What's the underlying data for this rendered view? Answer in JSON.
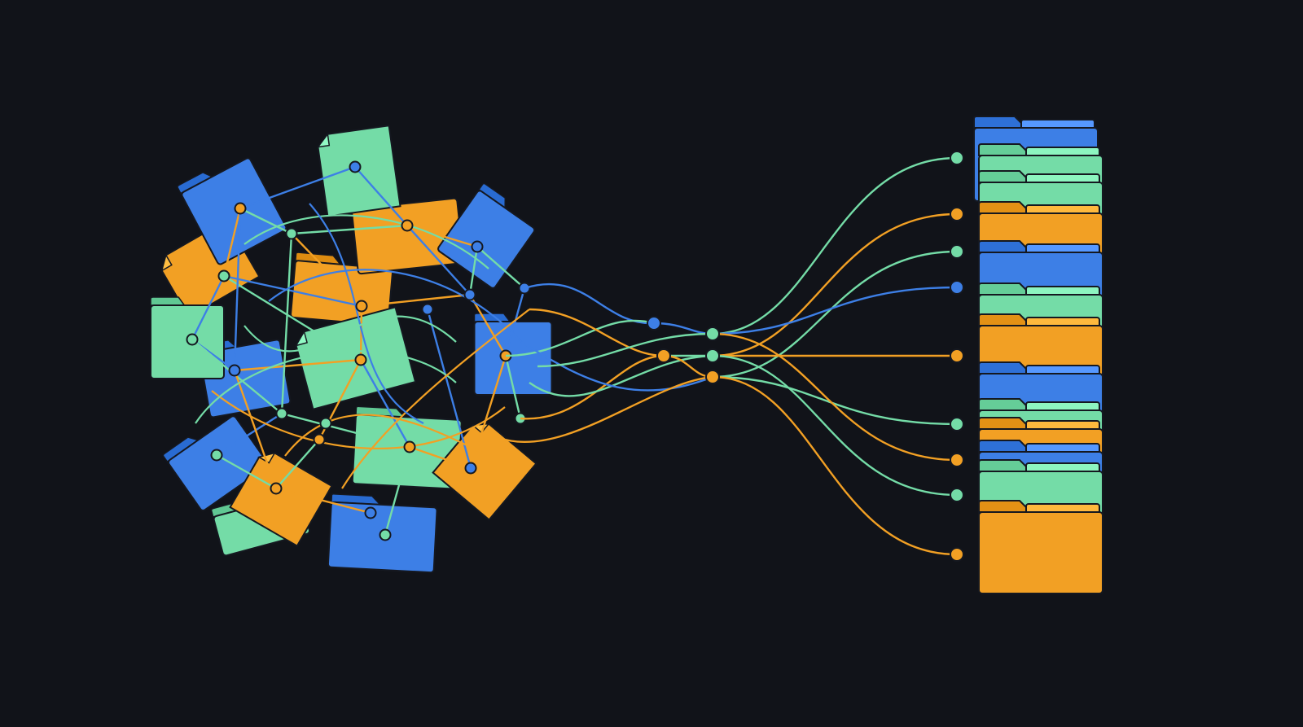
{
  "colors": {
    "background": "#111319",
    "blue": "#3d7fe6",
    "green": "#74dca7",
    "orange": "#f2a024",
    "outline": "#151820"
  },
  "diagram": {
    "text": [],
    "left_cluster": {
      "kind": "tangled network of folders and files",
      "folder_colors": [
        "blue",
        "green",
        "orange",
        "blue",
        "orange",
        "green",
        "blue",
        "green",
        "orange",
        "blue",
        "orange",
        "green",
        "blue",
        "orange",
        "blue",
        "green"
      ]
    },
    "merge_nodes": [
      "blue",
      "orange",
      "green",
      "green",
      "orange"
    ],
    "right_stack": {
      "kind": "stack of sorted folders",
      "folder_colors": [
        "blue",
        "green",
        "green",
        "orange",
        "blue",
        "green",
        "orange",
        "blue",
        "green",
        "orange",
        "blue",
        "green",
        "orange"
      ],
      "endpoint_colors": [
        "green",
        "orange",
        "green",
        "blue",
        "orange",
        "green",
        "orange",
        "green",
        "orange"
      ]
    },
    "icons": [
      "folder-icon",
      "file-icon",
      "connector-node-icon"
    ]
  }
}
